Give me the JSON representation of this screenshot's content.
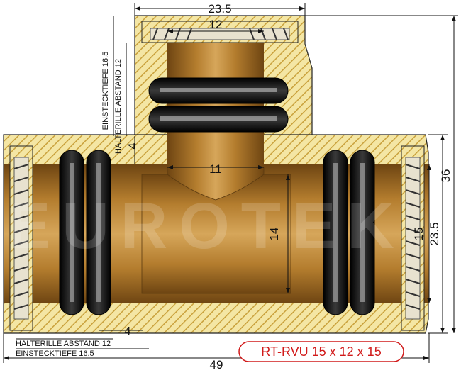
{
  "watermark": "EUROTEK",
  "product_label": "RT-RVU 15 x 12 x 15",
  "colors": {
    "brass": "#c08a34",
    "brass_dark": "#7a4e16",
    "section_fill": "#f4e6a4",
    "hatch": "#c9a13c",
    "seal": "#111111",
    "label_text": "#d11a1a",
    "label_border": "#d11a1a"
  },
  "dimensions": {
    "top_width": "23.5",
    "top_inner": "12",
    "branch_inner": "11",
    "main_bore": "14",
    "right_inner": "15",
    "right_outer": "23.5",
    "total_height": "36",
    "total_length": "49",
    "groove_depth_top": "4",
    "groove_depth_bottom": "4"
  },
  "notes": {
    "einstecktiefe_vertical": "EINSTECKTIEFE 16.5",
    "halterille_vertical": "HALTERILLE ABSTAND 12",
    "halterille_bottom": "HALTERILLE ABSTAND 12",
    "einstecktiefe_bottom": "EINSTECKTIEFE 16.5"
  }
}
